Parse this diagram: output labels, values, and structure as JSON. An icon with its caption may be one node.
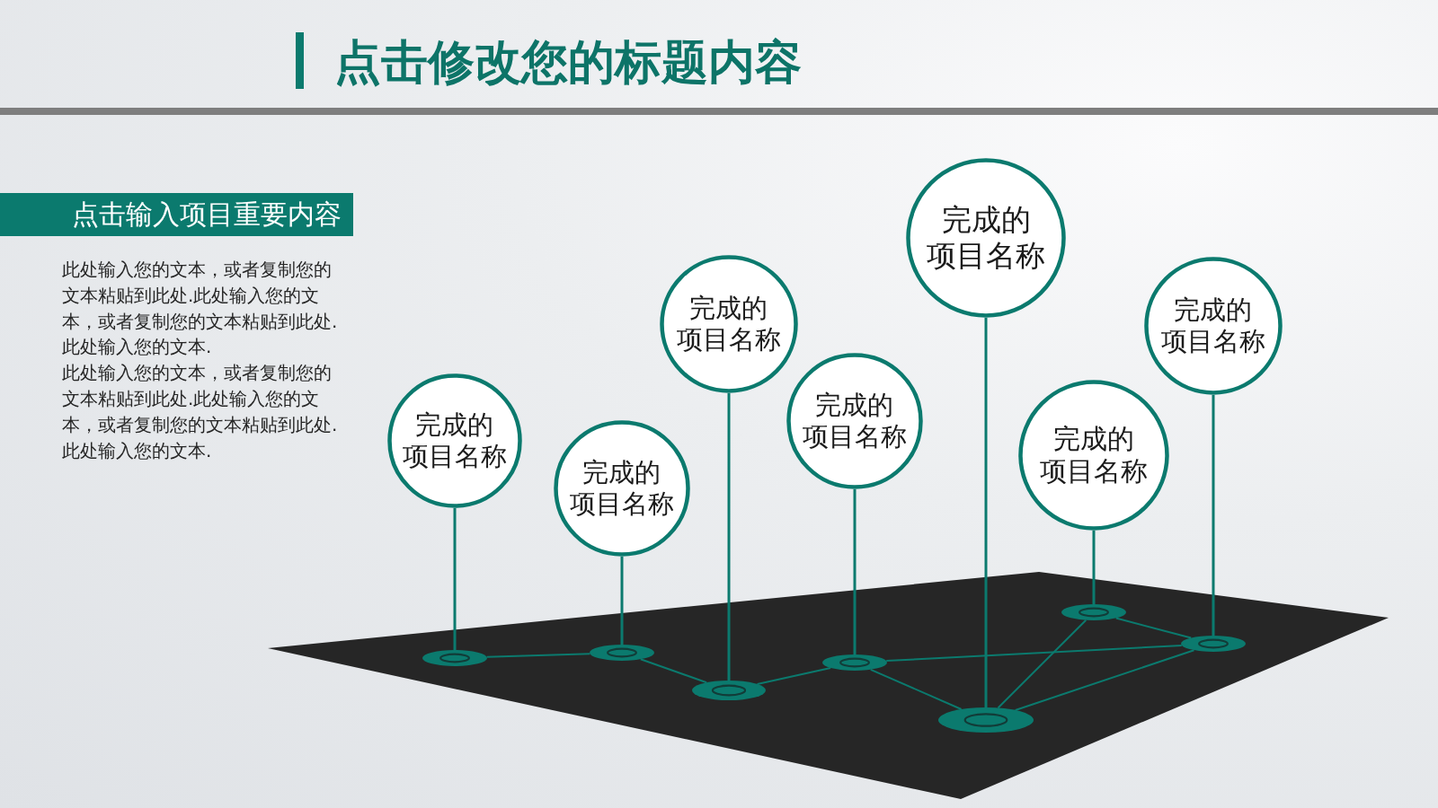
{
  "diagram": {
    "title": "点击修改您的标题内容",
    "nodes": [
      {
        "text": [
          "点击输入项目重要内容"
        ]
      },
      {
        "text": [
          "完成的项目名称"
        ]
      },
      {
        "text": [
          "完成的项目名称"
        ]
      },
      {
        "text": [
          "完成的项目名称"
        ]
      },
      {
        "text": [
          "完成的项目名称"
        ]
      },
      {
        "text": [
          "完成的项目名称"
        ]
      },
      {
        "text": [
          "完成的项目名称"
        ]
      },
      {
        "text": [
          "完成的项目名称"
        ]
      },
      {
        "text": [],
        "shape": "ellipse"
      },
      {
        "text": [],
        "shape": "ellipse"
      },
      {
        "text": [],
        "shape": "ellipse"
      },
      {
        "text": [],
        "shape": "ellipse"
      },
      {
        "text": [],
        "shape": "ellipse"
      },
      {
        "text": [],
        "shape": "ellipse"
      },
      {
        "text": [],
        "shape": "ellipse"
      }
    ],
    "edges": [
      {
        "from": 1,
        "to": 8,
        "arrow": "none"
      },
      {
        "from": 2,
        "to": 9,
        "arrow": "none"
      },
      {
        "from": 3,
        "to": 10,
        "arrow": "none"
      },
      {
        "from": 4,
        "to": 11,
        "arrow": "none"
      },
      {
        "from": 5,
        "to": 12,
        "arrow": "none"
      },
      {
        "from": 6,
        "to": 13,
        "arrow": "none"
      },
      {
        "from": 7,
        "to": 14,
        "arrow": "none"
      },
      {
        "from": 8,
        "to": 9,
        "arrow": "none"
      },
      {
        "from": 9,
        "to": 10,
        "arrow": "none"
      },
      {
        "from": 10,
        "to": 11,
        "arrow": "none"
      },
      {
        "from": 11,
        "to": 12,
        "arrow": "none"
      },
      {
        "from": 11,
        "to": 14,
        "arrow": "none"
      },
      {
        "from": 12,
        "to": 13,
        "arrow": "none"
      },
      {
        "from": 12,
        "to": 14,
        "arrow": "none"
      },
      {
        "from": 13,
        "to": 14,
        "arrow": "none"
      }
    ],
    "labels": [
      "此处输入您的文本，或者复制您的文本粘贴到此处.此处输入您的文本，或者复制您的文本粘贴到此处.此处输入您的文本.",
      "此处输入您的文本，或者复制您的文本粘贴到此处.此处输入您的文本，或者复制您的文本粘贴到此处.此处输入您的文本."
    ]
  }
}
